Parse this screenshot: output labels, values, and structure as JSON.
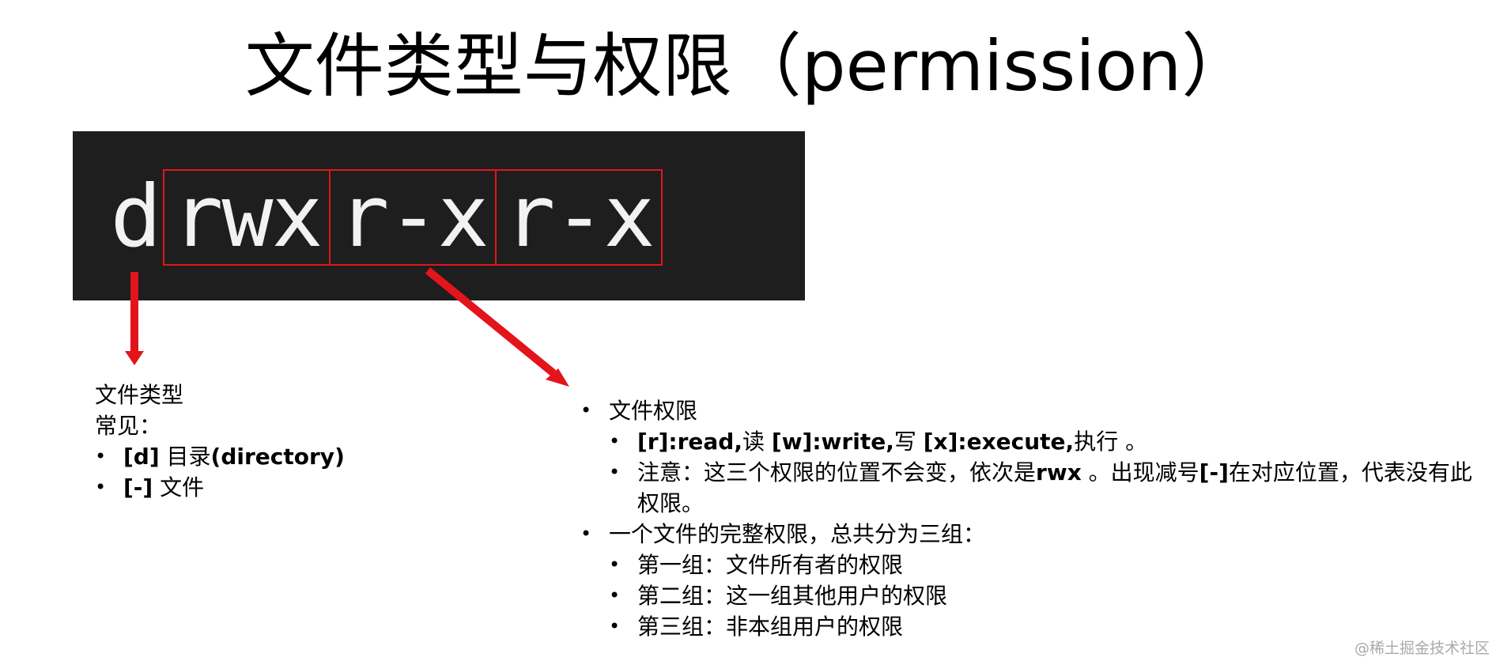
{
  "slide": {
    "title": "文件类型与权限（permission）"
  },
  "terminal": {
    "type_char": "d",
    "groups": [
      "rwx",
      "r-x",
      "r-x"
    ],
    "highlight_color": "#e3141b",
    "background_color": "#1e1e1e"
  },
  "arrows": {
    "color": "#e3141b"
  },
  "file_type": {
    "heading": "文件类型",
    "common_label": "常见：",
    "items": [
      {
        "code": "[d]",
        "text": " 目录",
        "detail": "(directory)"
      },
      {
        "code": "[-]",
        "text": "  文件",
        "detail": ""
      }
    ]
  },
  "permissions": {
    "heading": "文件权限",
    "rwx_line": {
      "r_code": "[r]:read,",
      "r_text": "读  ",
      "w_code": "[w]:write,",
      "w_text": "写  ",
      "x_code": "[x]:execute,",
      "x_text": "执行 。"
    },
    "note_line": {
      "pre": "注意：这三个权限的位置不会变，依次是",
      "rwx": "rwx",
      "mid": " 。出现减号",
      "dash": "[-]",
      "post": "在对应位置，代表没有此权限。"
    },
    "groups_heading": "一个文件的完整权限，总共分为三组：",
    "groups": [
      "第一组：文件所有者的权限",
      "第二组：这一组其他用户的权限",
      "第三组：非本组用户的权限"
    ]
  },
  "watermark": "@稀土掘金技术社区"
}
